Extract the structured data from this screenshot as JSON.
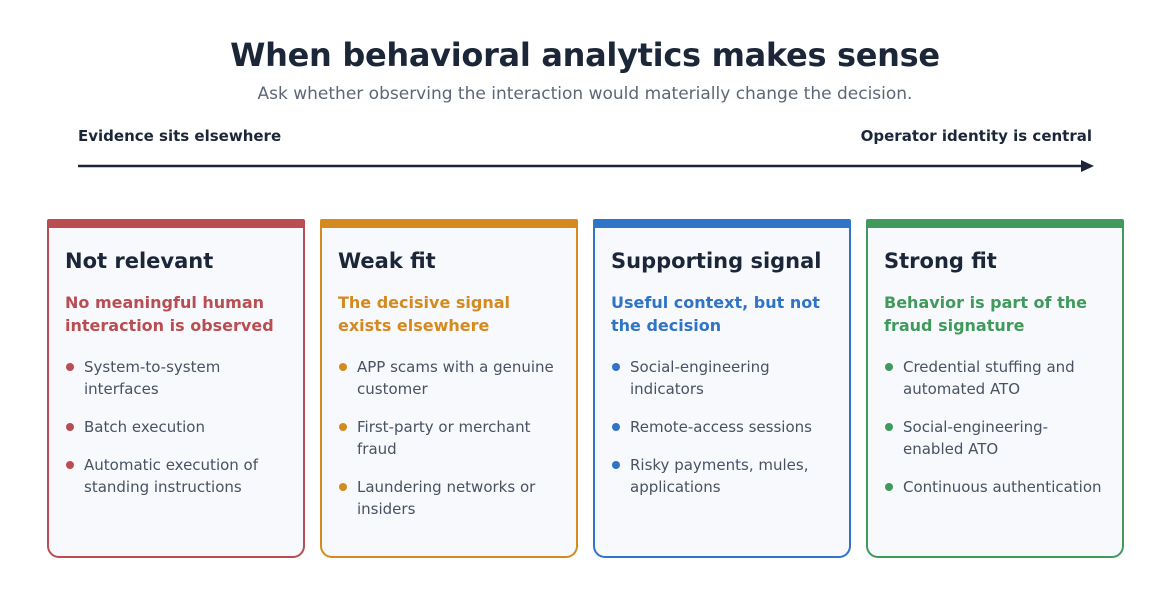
{
  "header": {
    "title": "When behavioral analytics makes sense",
    "subtitle": "Ask whether observing the interaction would materially change the decision."
  },
  "spectrum": {
    "left_label": "Evidence sits elsewhere",
    "right_label": "Operator identity is central"
  },
  "cards": [
    {
      "title": "Not relevant",
      "tagline": "No meaningful human interaction is observed",
      "color": "#b94d52",
      "items": [
        "System-to-system interfaces",
        "Batch execution",
        "Automatic execution of standing instructions"
      ]
    },
    {
      "title": "Weak fit",
      "tagline": "The decisive signal exists elsewhere",
      "color": "#d48a1f",
      "items": [
        "APP scams with a genuine customer",
        "First-party or merchant fraud",
        "Laundering networks or insiders"
      ]
    },
    {
      "title": "Supporting signal",
      "tagline": "Useful context, but not the decision",
      "color": "#2f74c6",
      "items": [
        "Social-engineering indicators",
        "Remote-access sessions",
        "Risky payments, mules, applications"
      ]
    },
    {
      "title": "Strong fit",
      "tagline": "Behavior is part of the fraud signature",
      "color": "#3f9a5c",
      "items": [
        "Credential stuffing and automated ATO",
        "Social-engineering-enabled ATO",
        "Continuous authentication"
      ]
    }
  ]
}
